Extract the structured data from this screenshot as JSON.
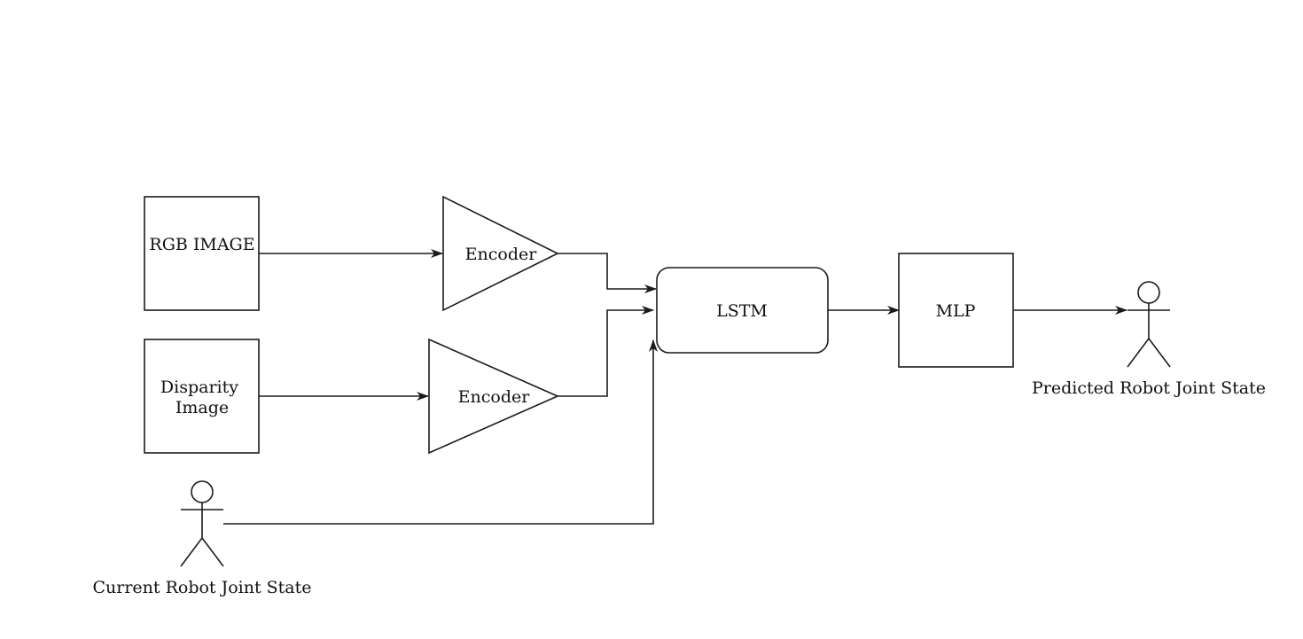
{
  "diagram": {
    "colors": {
      "stroke": "#1a1a1a",
      "fill": "#ffffff",
      "text": "#111111"
    },
    "nodes": {
      "rgb_image": {
        "label": "RGB IMAGE"
      },
      "disparity_image": {
        "label_lines": [
          "Disparity",
          "Image"
        ]
      },
      "encoder_rgb": {
        "label": "Encoder"
      },
      "encoder_disparity": {
        "label": "Encoder"
      },
      "lstm": {
        "label": "LSTM"
      },
      "mlp": {
        "label": "MLP"
      },
      "current_joint_state": {
        "label": "Current Robot Joint State",
        "icon": "actor-icon"
      },
      "predicted_joint_state": {
        "label": "Predicted Robot Joint State",
        "icon": "actor-icon"
      }
    },
    "edges": [
      {
        "from": "rgb_image",
        "to": "encoder_rgb"
      },
      {
        "from": "disparity_image",
        "to": "encoder_disparity"
      },
      {
        "from": "encoder_rgb",
        "to": "lstm"
      },
      {
        "from": "encoder_disparity",
        "to": "lstm"
      },
      {
        "from": "current_joint_state",
        "to": "lstm"
      },
      {
        "from": "lstm",
        "to": "mlp"
      },
      {
        "from": "mlp",
        "to": "predicted_joint_state"
      }
    ]
  }
}
